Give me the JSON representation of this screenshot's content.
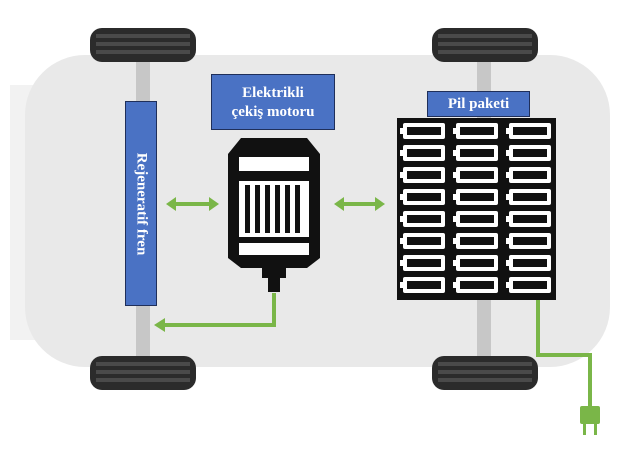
{
  "labels": {
    "motor_line1": "Elektrikli",
    "motor_line2": "çekiş motoru",
    "battery": "Pil paketi",
    "brake": "Rejeneratif fren"
  },
  "colors": {
    "label_bg": "#4a72c4",
    "arrow_green": "#7ab648",
    "chassis": "#e9e9e9",
    "axle": "#c9c9c9",
    "tire": "#2b2b2b"
  },
  "icons": {
    "motor": "electric-motor-icon",
    "battery_cell": "battery-cell-icon",
    "plug": "power-plug-icon"
  }
}
